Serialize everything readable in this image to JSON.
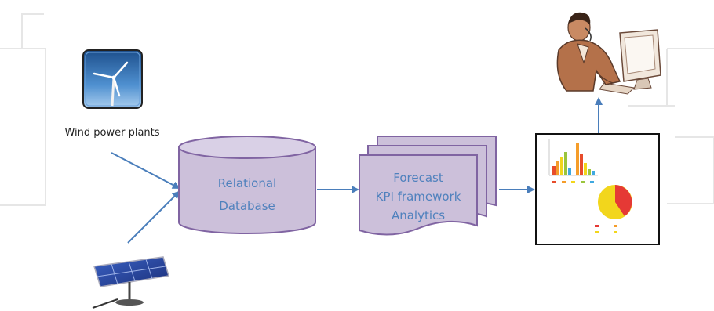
{
  "wind_label": "Wind power plants",
  "database": {
    "line1": "Relational",
    "line2": "Database"
  },
  "documents": {
    "line1": "Forecast",
    "line2": "KPI framework",
    "line3": "Analytics"
  },
  "colors": {
    "accent": "#4A7EBB",
    "purple_fill": "#CCC0DA",
    "purple_stroke": "#8064A2",
    "text_blue": "#4F81BD",
    "bar_orange": "#F59D2A",
    "bar_red": "#E74C2B",
    "bar_yellow": "#F2D61C",
    "bar_green": "#9BC53D",
    "bar_blue": "#3FA9E0",
    "pie_yellow": "#F2D61C",
    "pie_red": "#E53935"
  },
  "icons": [
    "wind-turbine-icon",
    "solar-panel-icon",
    "user-at-computer-icon",
    "dashboard-chart-icon"
  ]
}
